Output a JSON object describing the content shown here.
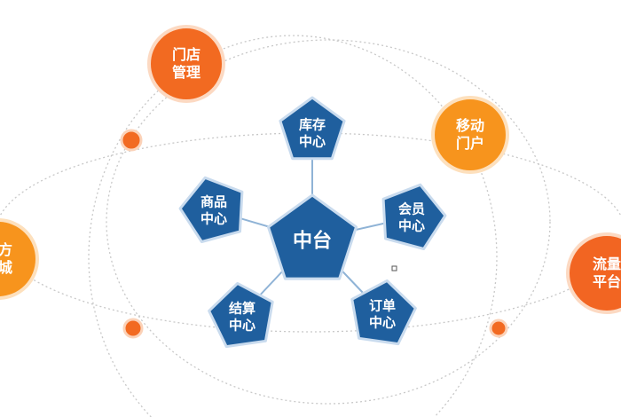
{
  "center": {
    "label": "中台",
    "color": "#1f5f9e"
  },
  "modules": [
    {
      "line1": "库存",
      "line2": "中心"
    },
    {
      "line1": "商品",
      "line2": "中心"
    },
    {
      "line1": "会员",
      "line2": "中心"
    },
    {
      "line1": "结算",
      "line2": "中心"
    },
    {
      "line1": "订单",
      "line2": "中心"
    }
  ],
  "channels": [
    {
      "line1": "门店",
      "line2": "管理",
      "color": "#f26a21"
    },
    {
      "line1": "移动",
      "line2": "门户",
      "color": "#f7941d"
    },
    {
      "line1": "官方",
      "line2": "商城",
      "color": "#f7941d"
    },
    {
      "line1": "流量",
      "line2": "平台",
      "color": "#f26522"
    }
  ],
  "colors": {
    "module": "#1f5f9e",
    "connector": "#8fb3d6",
    "dot": "#f26a21",
    "orbit": "#c8c8c8"
  }
}
